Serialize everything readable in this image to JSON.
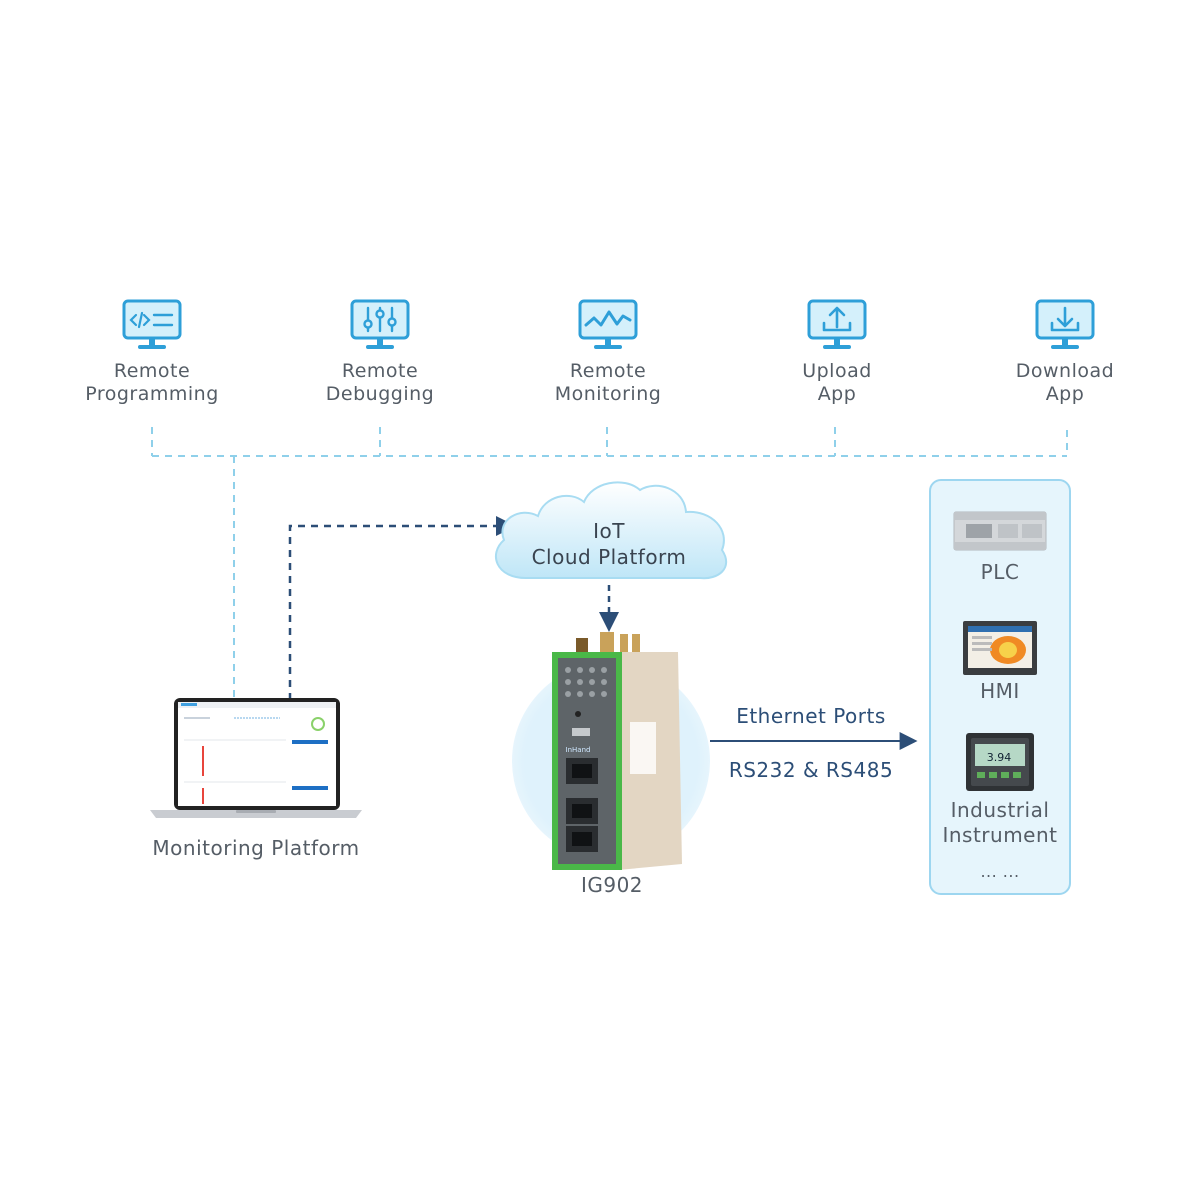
{
  "features": [
    {
      "lines": [
        "Remote",
        "Programming"
      ],
      "icon": "code-monitor-icon"
    },
    {
      "lines": [
        "Remote",
        "Debugging"
      ],
      "icon": "sliders-monitor-icon"
    },
    {
      "lines": [
        "Remote",
        "Monitoring"
      ],
      "icon": "pulse-monitor-icon"
    },
    {
      "lines": [
        "Upload",
        "App"
      ],
      "icon": "upload-monitor-icon"
    },
    {
      "lines": [
        "Download",
        "App"
      ],
      "icon": "download-monitor-icon"
    }
  ],
  "cloud": {
    "line1": "IoT",
    "line2": "Cloud Platform"
  },
  "laptop": {
    "label": "Monitoring Platform"
  },
  "gateway": {
    "label": "IG902",
    "brand": "InHand"
  },
  "links": {
    "ethernet": "Ethernet Ports",
    "serial": "RS232 & RS485"
  },
  "devices": {
    "plc": "PLC",
    "hmi": "HMI",
    "instrument_line1": "Industrial",
    "instrument_line2": "Instrument",
    "more": "... ...",
    "instrument_reading": "3.94"
  },
  "colors": {
    "accent": "#2e9fd8",
    "dashed_light": "#8fd0ea",
    "dashed_dark": "#2c4e77",
    "panel_bg": "#e6f5fc",
    "panel_border": "#9dd6f0",
    "device_green": "#4ab848"
  }
}
